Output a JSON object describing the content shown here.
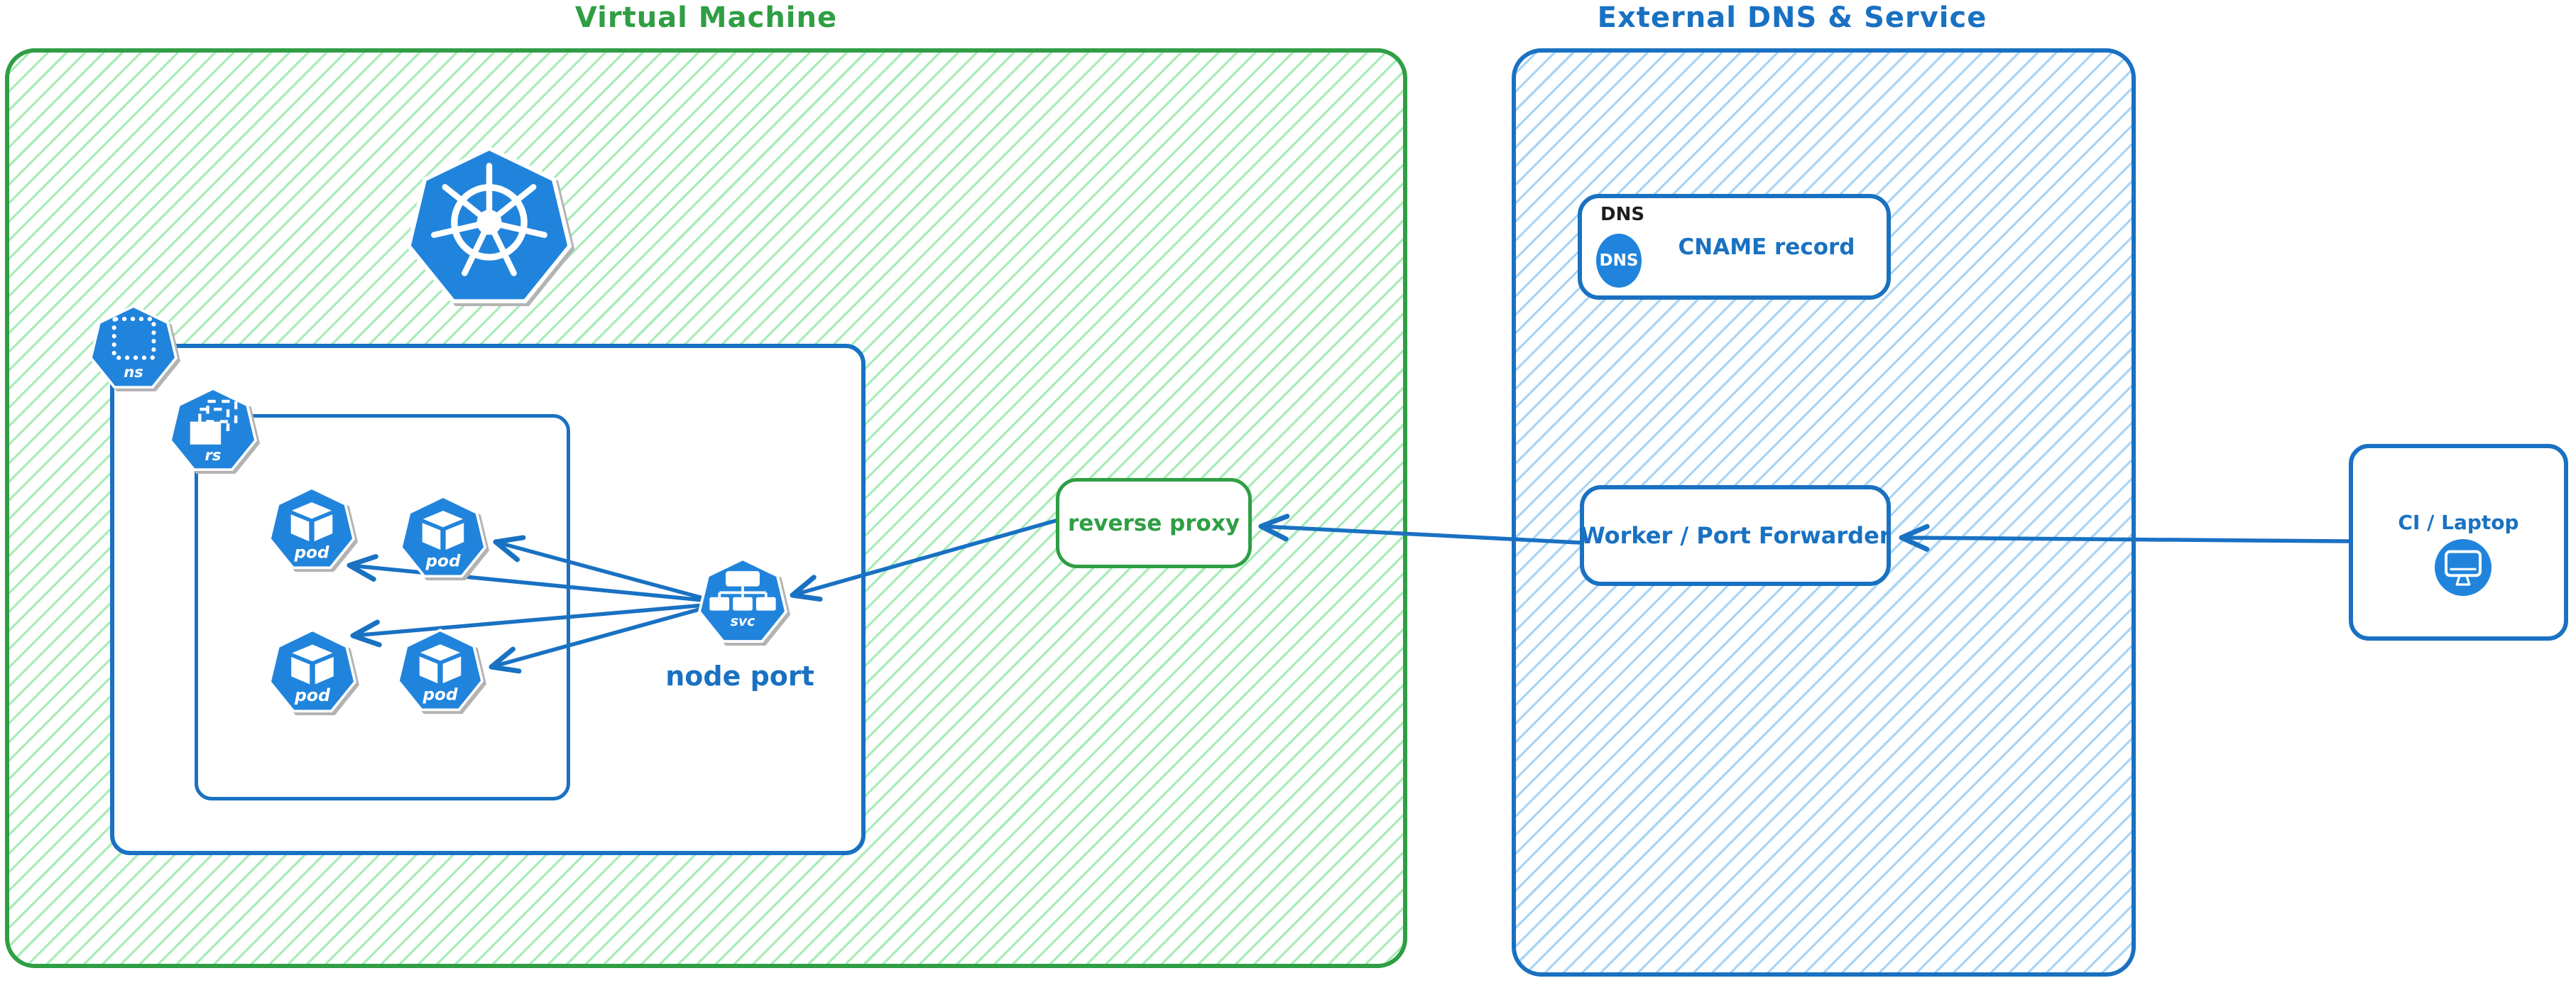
{
  "vm_group": {
    "title": "Virtual Machine"
  },
  "external_group": {
    "title": "External DNS & Service"
  },
  "icons": {
    "kubernetes": "kubernetes-logo",
    "namespace_label": "ns",
    "replicaset_label": "rs",
    "pod_label": "pod",
    "service_label": "svc"
  },
  "labels": {
    "node_port": "node port",
    "reverse_proxy": "reverse proxy",
    "dns_tag": "DNS",
    "dns_icon_text": "DNS",
    "cname": "CNAME record",
    "worker": "Worker / Port Forwarder",
    "ci": "CI / Laptop"
  },
  "colors": {
    "green_stroke": "#2f9e44",
    "green_hatch": "#a8ecb8",
    "blue_stroke": "#1971c2",
    "blue_hatch": "#a9d4f5",
    "icon_blue": "#2184dc",
    "text_dark": "#1e1e1e",
    "white": "#ffffff"
  }
}
